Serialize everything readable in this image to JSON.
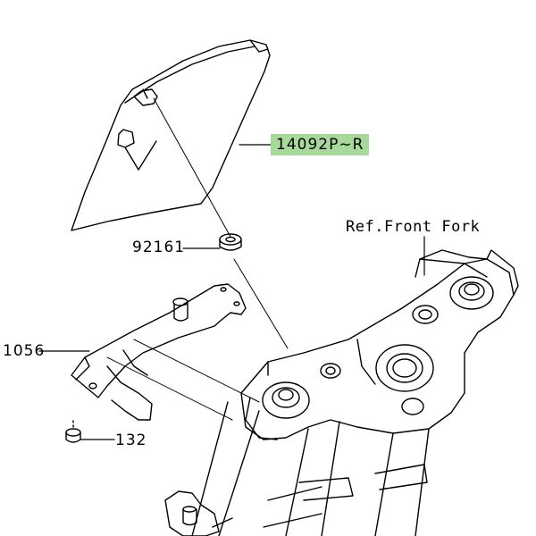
{
  "labels": {
    "part_cover": "14092P~R",
    "part_grommet": "92161",
    "part_bracket": "1056",
    "part_bolt": "132",
    "ref_front_fork": "Ref.Front Fork"
  },
  "colors": {
    "highlight": "#a6d99a",
    "line": "#000000"
  }
}
